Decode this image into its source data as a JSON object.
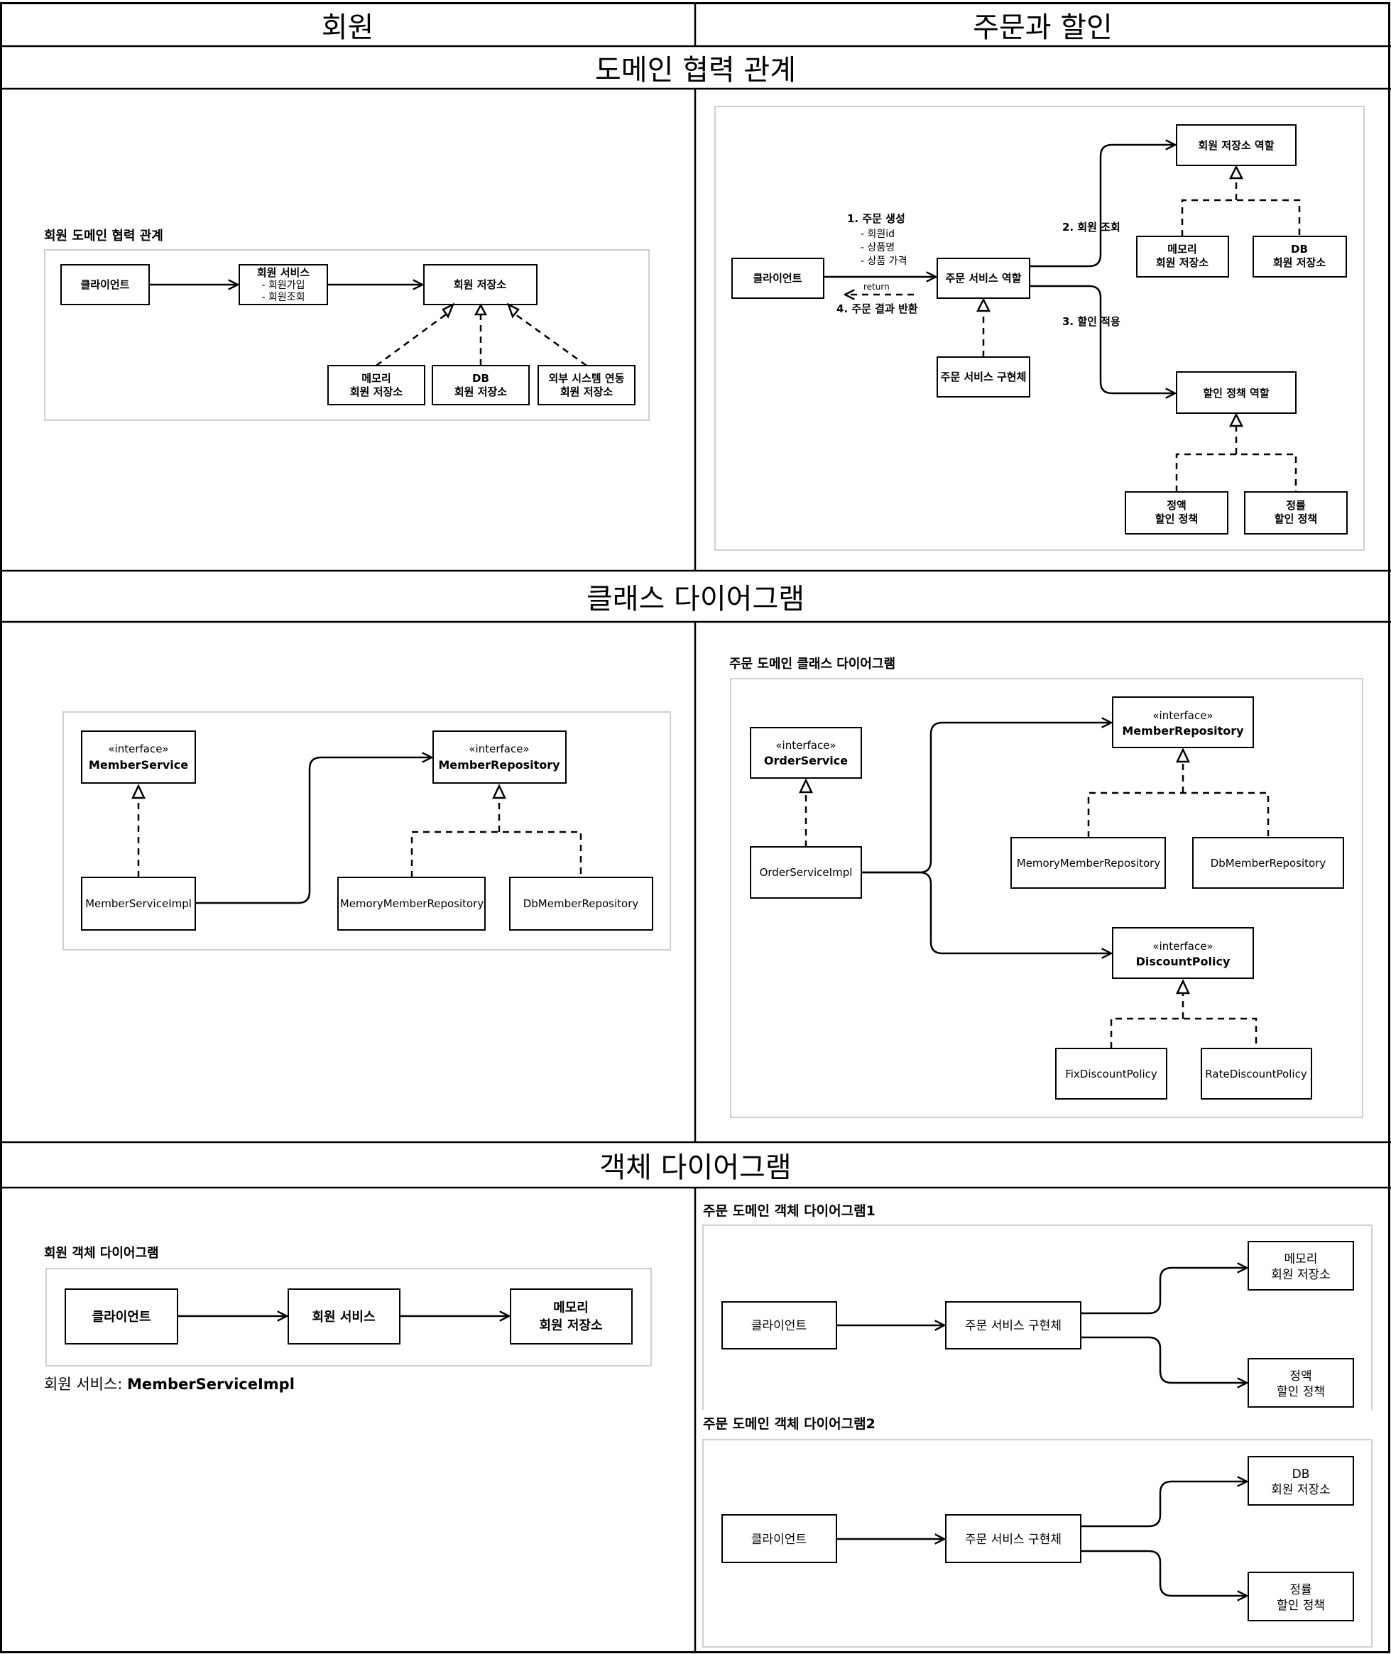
{
  "columns": {
    "member": "회원",
    "order": "주문과 할인"
  },
  "sections": {
    "collaboration": "도메인 협력 관계",
    "class_diagram": "클래스 다이어그램",
    "object_diagram": "객체 다이어그램"
  },
  "member_collab": {
    "title": "회원 도메인 협력 관계",
    "client": "클라이언트",
    "service": "회원 서비스",
    "service_items": [
      "- 회원가입",
      "- 회원조회"
    ],
    "repo": "회원 저장소",
    "memory": [
      "메모리",
      "회원 저장소"
    ],
    "db": [
      "DB",
      "회원 저장소"
    ],
    "external": [
      "외부 시스템 연동",
      "회원 저장소"
    ]
  },
  "order_collab": {
    "client": "클라이언트",
    "order_service": "주문 서비스 역할",
    "order_impl": "주문 서비스 구현체",
    "step1": "1. 주문 생성",
    "step1_items": [
      "- 회원id",
      "- 상품명",
      "- 상품 가격"
    ],
    "return_label": "return",
    "step4": "4. 주문 결과 반환",
    "step2": "2. 회원 조회",
    "step3": "3. 할인 적용",
    "member_repo_role": "회원 저장소 역할",
    "memory": [
      "메모리",
      "회원 저장소"
    ],
    "db": [
      "DB",
      "회원 저장소"
    ],
    "discount_role": "할인 정책 역할",
    "fixed": [
      "정액",
      "할인 정책"
    ],
    "rate": [
      "정률",
      "할인 정책"
    ]
  },
  "member_class": {
    "stereotype": "«interface»",
    "member_service": "MemberService",
    "member_repository": "MemberRepository",
    "service_impl": "MemberServiceImpl",
    "memory_repo": "MemoryMemberRepository",
    "db_repo": "DbMemberRepository"
  },
  "order_class": {
    "title": "주문 도메인 클래스 다이어그램",
    "stereotype": "«interface»",
    "order_service": "OrderService",
    "order_impl": "OrderServiceImpl",
    "member_repository": "MemberRepository",
    "memory_repo": "MemoryMemberRepository",
    "db_repo": "DbMemberRepository",
    "discount_policy": "DiscountPolicy",
    "fix_policy": "FixDiscountPolicy",
    "rate_policy": "RateDiscountPolicy"
  },
  "member_object": {
    "title": "회원 객체 다이어그램",
    "client": "클라이언트",
    "service": "회원 서비스",
    "memory": [
      "메모리",
      "회원 저장소"
    ],
    "caption_prefix": "회원 서비스: ",
    "caption_value": "MemberServiceImpl"
  },
  "order_object1": {
    "title": "주문 도메인 객체 다이어그램1",
    "client": "클라이언트",
    "impl": "주문 서비스 구현체",
    "memory": [
      "메모리",
      "회원 저장소"
    ],
    "fixed": [
      "정액",
      "할인 정책"
    ]
  },
  "order_object2": {
    "title": "주문 도메인 객체 다이어그램2",
    "client": "클라이언트",
    "impl": "주문 서비스 구현체",
    "db": [
      "DB",
      "회원 저장소"
    ],
    "rate": [
      "정률",
      "할인 정책"
    ]
  }
}
